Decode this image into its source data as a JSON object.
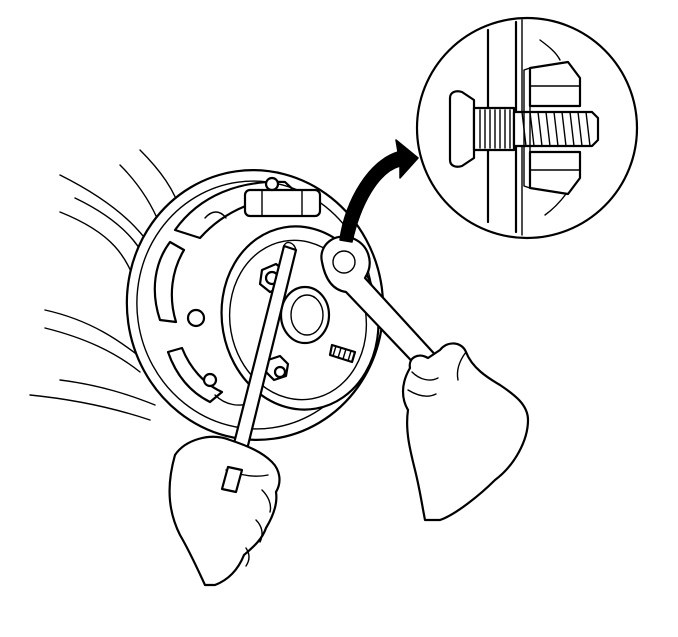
{
  "figure": {
    "palette": {
      "ink": "#000000",
      "paper": "#ffffff"
    },
    "parts": [
      {
        "name": "brake-drum-backing-plate"
      },
      {
        "name": "wheel-hub"
      },
      {
        "name": "wheel-stud"
      },
      {
        "name": "lug-nut"
      },
      {
        "name": "pry-bar"
      },
      {
        "name": "wrench"
      },
      {
        "name": "left-hand"
      },
      {
        "name": "right-hand"
      },
      {
        "name": "callout-arrow"
      },
      {
        "name": "detail-inset"
      }
    ]
  }
}
